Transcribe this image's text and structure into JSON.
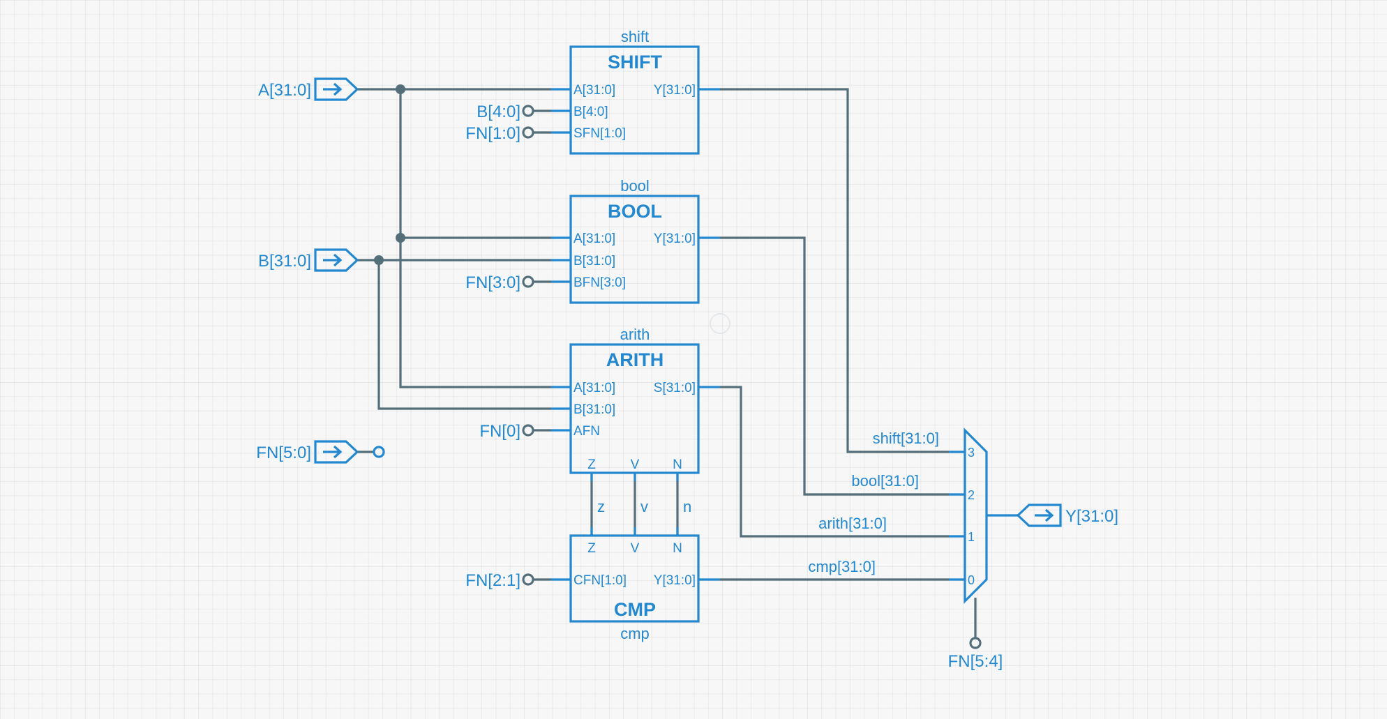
{
  "colors": {
    "symbol": "#2388cf",
    "wire": "#546e7a",
    "background": "#f7f7f7"
  },
  "inputs": {
    "a": "A[31:0]",
    "b": "B[31:0]",
    "fn": "FN[5:0]"
  },
  "output": {
    "y": "Y[31:0]"
  },
  "modules": {
    "shift": {
      "instance": "shift",
      "title": "SHIFT",
      "ports": [
        "A[31:0]",
        "B[4:0]",
        "SFN[1:0]",
        "Y[31:0]"
      ],
      "terminals": [
        "B[4:0]",
        "FN[1:0]"
      ]
    },
    "bool": {
      "instance": "bool",
      "title": "BOOL",
      "ports": [
        "A[31:0]",
        "B[31:0]",
        "BFN[3:0]",
        "Y[31:0]"
      ],
      "terminals": [
        "FN[3:0]"
      ]
    },
    "arith": {
      "instance": "arith",
      "title": "ARITH",
      "ports": [
        "A[31:0]",
        "B[31:0]",
        "AFN",
        "S[31:0]",
        "Z",
        "V",
        "N"
      ],
      "terminals": [
        "FN[0]"
      ]
    },
    "cmp": {
      "instance": "cmp",
      "title": "CMP",
      "ports": [
        "Z",
        "V",
        "N",
        "CFN[1:0]",
        "Y[31:0]"
      ],
      "terminals": [
        "FN[2:1]"
      ]
    }
  },
  "flag_nets": [
    "z",
    "v",
    "n"
  ],
  "mux": {
    "inputs": [
      "3",
      "2",
      "1",
      "0"
    ],
    "nets": [
      "shift[31:0]",
      "bool[31:0]",
      "arith[31:0]",
      "cmp[31:0]"
    ],
    "select": "FN[5:4]"
  }
}
